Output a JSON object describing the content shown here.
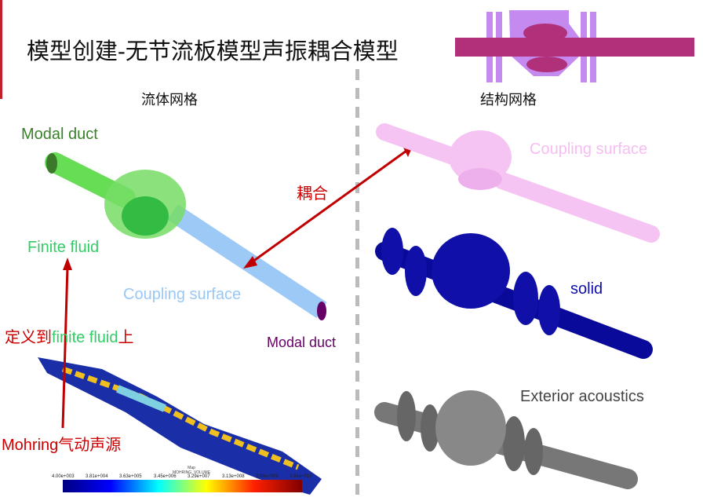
{
  "title": "模型创建-无节流板模型声振耦合模型",
  "left": {
    "heading": "流体网格",
    "modal_duct_top": "Modal duct",
    "finite_fluid": "Finite fluid",
    "coupling_surface": "Coupling surface",
    "modal_duct_bottom": "Modal duct",
    "annotation": {
      "part1": "定义到",
      "part2": "finite fluid",
      "part3": "上"
    },
    "source": "Mohring气动声源",
    "colorbar": {
      "title1": "Map",
      "title2": "MOHRING_VOLUME",
      "ticks": [
        "4.00e+003",
        "3.81e+004",
        "3.63e+005",
        "3.45e+006",
        "3.29e+007",
        "3.13e+008",
        "2.98e+009",
        "2.84e+010"
      ]
    }
  },
  "coupling_label": "耦合",
  "right": {
    "heading": "结构网格",
    "coupling_surface": "Coupling surface",
    "solid": "solid",
    "exterior": "Exterior acoustics"
  },
  "colors": {
    "accent_red": "#cc0000",
    "green": "#3a7f2a",
    "fluid_green": "#33cc66",
    "blue": "#99c8f5",
    "purple": "#660066",
    "pink": "#f6bdf3",
    "solid": "#1010a8"
  }
}
